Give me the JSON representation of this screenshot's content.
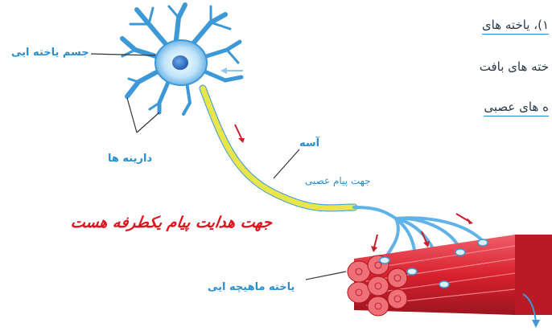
{
  "labels": {
    "cell_body": "جسم یاخته ایی",
    "dendrites": "دارینه ها",
    "axon": "آسه",
    "impulse_direction": "جهت پیام عصبی",
    "muscle_cell": "یاخته ماهیچه ایی"
  },
  "note": "جهت هدایت پیام یکطرفه هست",
  "side_text": {
    "line1": "۱)، یاخته های",
    "line2": "خته های بافت",
    "line3": "ه های عصبی"
  },
  "colors": {
    "neuron": "#5fb3e8",
    "nucleus": "#1f5fb0",
    "myelin": "#e8e64a",
    "muscle": "#d8212e",
    "arrow": "#c8202a",
    "label": "#2a8fd0",
    "note": "#e0141e"
  }
}
